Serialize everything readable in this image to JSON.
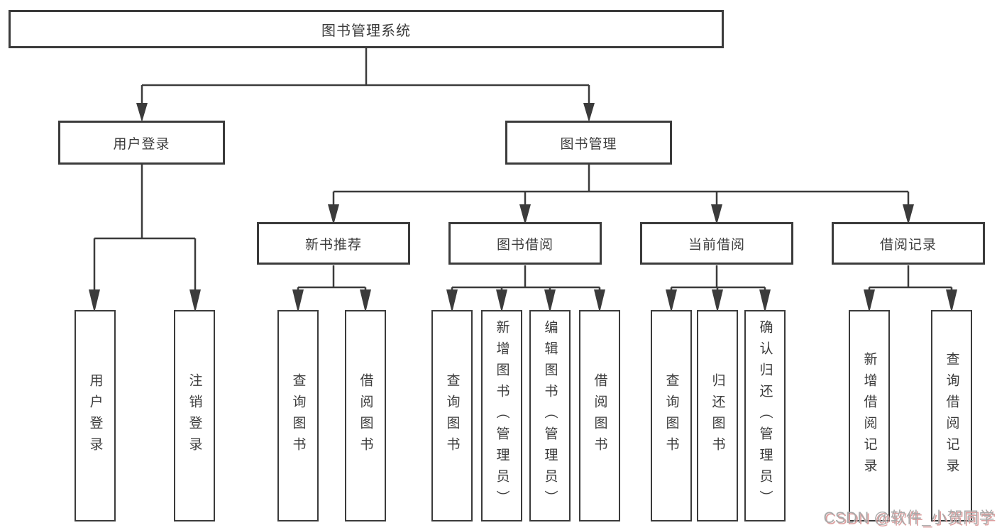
{
  "diagram": {
    "root": "图书管理系统",
    "level2": {
      "user_login": "用户登录",
      "book_management": "图书管理"
    },
    "level3": {
      "new_book_recommend": "新书推荐",
      "book_borrow": "图书借阅",
      "current_borrow": "当前借阅",
      "borrow_records": "借阅记录"
    },
    "leaves": {
      "user_login": [
        "用户登录",
        "注销登录"
      ],
      "new_book_recommend": [
        "查询图书",
        "借阅图书"
      ],
      "book_borrow": [
        "查询图书",
        "新增图书（管理员）",
        "编辑图书（管理员）",
        "借阅图书"
      ],
      "current_borrow": [
        "查询图书",
        "归还图书",
        "确认归还（管理员）"
      ],
      "borrow_records": [
        "新增借阅记录",
        "查询借阅记录"
      ]
    }
  },
  "watermark": "CSDN @软件_小贺同学",
  "colors": {
    "line": "#3b3b3b",
    "text": "#3c3c3c",
    "background": "#ffffff",
    "watermark_gray": "#a9a9a9",
    "watermark_red": "#dca0a0"
  }
}
